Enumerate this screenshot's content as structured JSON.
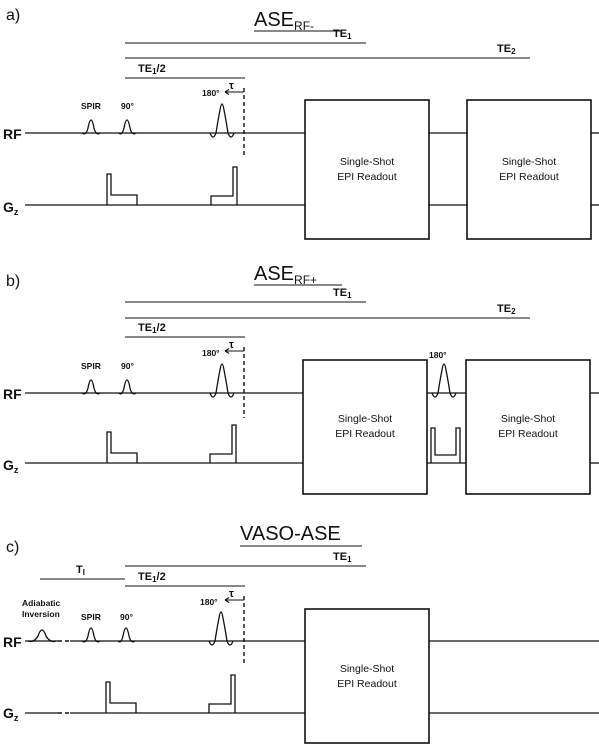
{
  "panels": [
    {
      "label": "a)",
      "title_main": "ASE",
      "title_sub": "RF-",
      "te1_main": "TE",
      "te1_sub": "1",
      "te2_main": "TE",
      "te2_sub": "2",
      "tehalf_main": "TE",
      "tehalf_sub": "1",
      "tehalf_suffix": "/2",
      "tau": "τ",
      "spir": "SPIR",
      "p90": "90°",
      "p180": "180°",
      "rf_main": "RF",
      "gz_main": "G",
      "gz_sub": "z",
      "readout_line1": "Single-Shot",
      "readout_line2": "EPI Readout",
      "readout2_line1": "Single-Shot",
      "readout2_line2": "EPI Readout"
    },
    {
      "label": "b)",
      "title_main": "ASE",
      "title_sub": "RF+",
      "te1_main": "TE",
      "te1_sub": "1",
      "te2_main": "TE",
      "te2_sub": "2",
      "tehalf_main": "TE",
      "tehalf_sub": "1",
      "tehalf_suffix": "/2",
      "tau": "τ",
      "spir": "SPIR",
      "p90": "90°",
      "p180": "180°",
      "p180b": "180°",
      "rf_main": "RF",
      "gz_main": "G",
      "gz_sub": "z",
      "readout_line1": "Single-Shot",
      "readout_line2": "EPI Readout",
      "readout2_line1": "Single-Shot",
      "readout2_line2": "EPI Readout"
    },
    {
      "label": "c)",
      "title_main": "VASO-ASE",
      "ti_main": "T",
      "ti_sub": "I",
      "te1_main": "TE",
      "te1_sub": "1",
      "tehalf_main": "TE",
      "tehalf_sub": "1",
      "tehalf_suffix": "/2",
      "tau": "τ",
      "adiabatic_line1": "Adiabatic",
      "adiabatic_line2": "Inversion",
      "spir": "SPIR",
      "p90": "90°",
      "p180": "180°",
      "rf_main": "RF",
      "gz_main": "G",
      "gz_sub": "z",
      "readout_line1": "Single-Shot",
      "readout_line2": "EPI Readout"
    }
  ]
}
